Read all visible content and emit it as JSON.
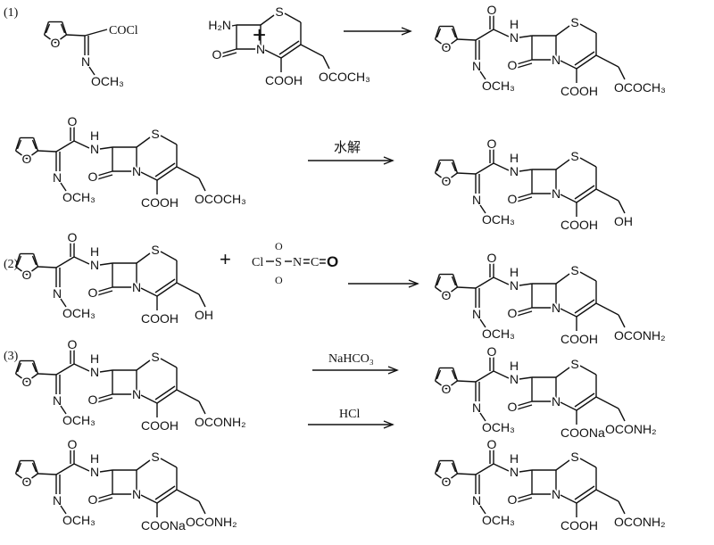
{
  "labels": {
    "step1": "(1)",
    "step2": "(2)",
    "step3": "(3)",
    "plus": "+"
  },
  "atoms": {
    "O": "O",
    "N": "N",
    "H": "H",
    "S": "S",
    "H2N": "H₂N",
    "COCl": "COCl",
    "OCH3": "OCH₃",
    "COOH": "COOH",
    "COONa": "COONa"
  },
  "sidechains": {
    "acetoxy": "OCOCH₃",
    "hydroxy": "OH",
    "carbamoyl": "OCONH₂"
  },
  "reagent_csi": {
    "cl": "Cl",
    "s": "S",
    "n": "N",
    "c": "C",
    "o": "O",
    "o_top": "O",
    "o_bottom": "O"
  },
  "arrows": {
    "hydrolysis": "水解",
    "nahco3": "NaHCO₃",
    "hcl": "HCl"
  }
}
